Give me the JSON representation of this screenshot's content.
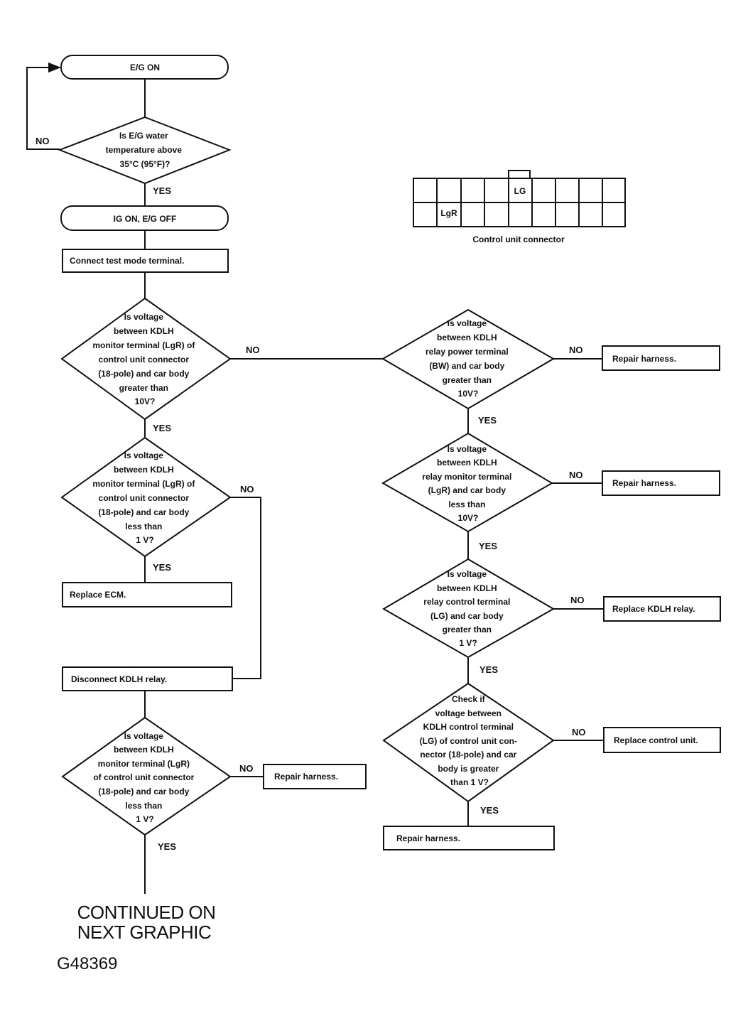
{
  "terminals": {
    "eg_on": "E/G ON",
    "ig_on_eg_off": "IG ON, E/G OFF"
  },
  "decisions": {
    "water_temp": [
      "Is E/G water",
      "temperature above",
      "35°C (95°F)?"
    ],
    "d1": [
      "Is voltage",
      "between KDLH",
      "monitor terminal (LgR) of",
      "control unit connector",
      "(18-pole) and car body",
      "greater than",
      "10V?"
    ],
    "d2": [
      "Is voltage",
      "between KDLH",
      "monitor terminal (LgR) of",
      "control unit connector",
      "(18-pole) and car body",
      "less than",
      "1 V?"
    ],
    "d3": [
      "Is voltage",
      "between KDLH",
      "monitor terminal (LgR)",
      "of control unit connector",
      "(18-pole) and car body",
      "less than",
      "1 V?"
    ],
    "r1": [
      "Is voltage",
      "between KDLH",
      "relay power terminal",
      "(BW) and car body",
      "greater than",
      "10V?"
    ],
    "r2": [
      "Is voltage",
      "between KDLH",
      "relay monitor terminal",
      "(LgR) and car body",
      "less than",
      "10V?"
    ],
    "r3": [
      "Is voltage",
      "between KDLH",
      "relay control terminal",
      "(LG) and car body",
      "greater than",
      "1 V?"
    ],
    "r4": [
      "Check if",
      "voltage between",
      "KDLH control terminal",
      "(LG) of control unit con-",
      "nector (18-pole) and car",
      "body is greater",
      "than 1 V?"
    ]
  },
  "actions": {
    "connect_test": "Connect test mode terminal.",
    "replace_ecm": "Replace ECM.",
    "disconnect_relay": "Disconnect KDLH relay.",
    "repair_harness": "Repair harness.",
    "replace_relay": "Replace KDLH relay.",
    "replace_control_unit": "Replace control unit."
  },
  "answers": {
    "yes": "YES",
    "no": "NO",
    "yes_last": "YES"
  },
  "connector": {
    "pin_lg": "LG",
    "pin_lgr": "LgR",
    "caption": "Control unit connector"
  },
  "footer": {
    "continued_line1": "CONTINUED ON",
    "continued_line2": "NEXT GRAPHIC",
    "figure_id": "G48369"
  }
}
